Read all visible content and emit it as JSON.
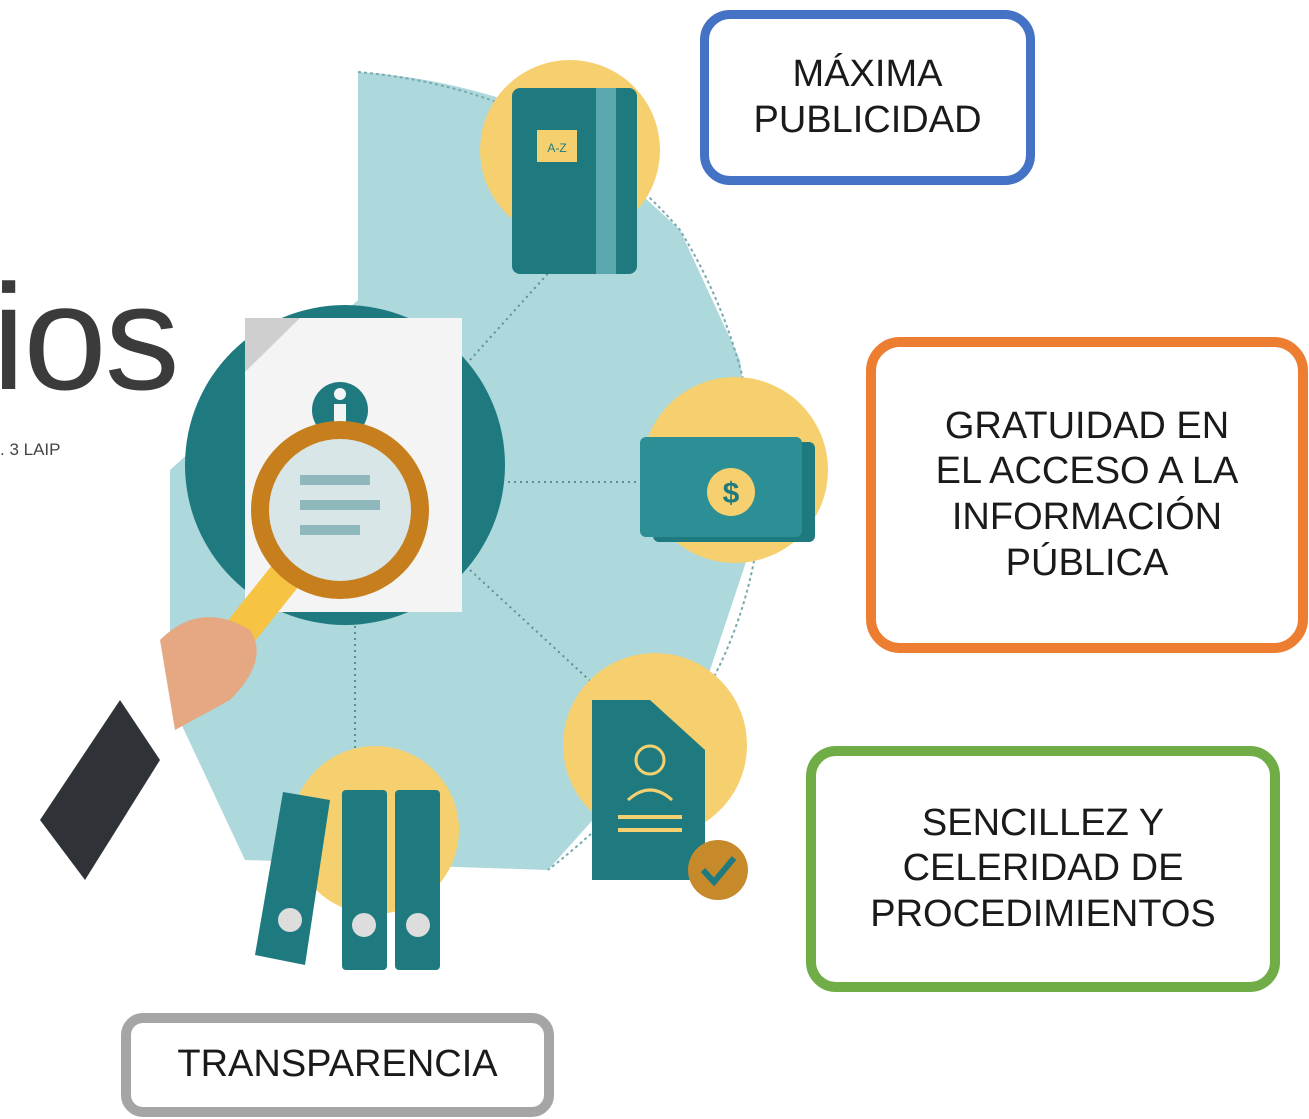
{
  "title_fragment": "ios",
  "subtitle_fragment": ". 3 LAIP",
  "principles": {
    "maxima": "MÁXIMA\nPUBLICIDAD",
    "gratuidad": "GRATUIDAD EN\nEL ACCESO A LA\nINFORMACIÓN\nPÚBLICA",
    "sencillez": "SENCILLEZ Y\nCELERIDAD DE\nPROCEDIMIENTOS",
    "transparencia": "TRANSPARENCIA"
  },
  "icon_labels": {
    "book_tab": "A-Z",
    "money_symbol": "$"
  },
  "colors": {
    "maxima_border": "#4472c4",
    "gratuidad_border": "#ed7d31",
    "sencillez_border": "#70ad47",
    "transparencia_border": "#a5a5a5",
    "wheel": "#add8dc",
    "teal": "#1f7a80",
    "yellow": "#f6d06f"
  }
}
